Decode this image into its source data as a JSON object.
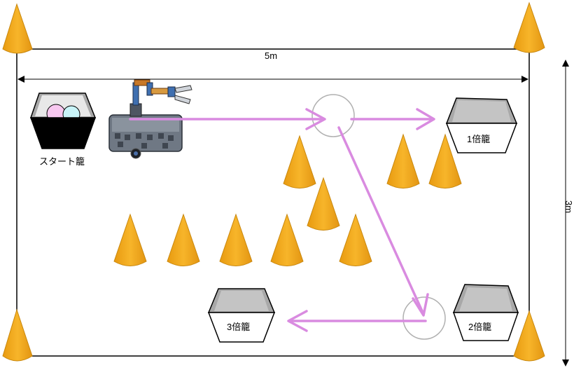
{
  "field": {
    "width_label": "5m",
    "height_label": "3m"
  },
  "baskets": {
    "start": {
      "label": "スタート籠"
    },
    "x1": {
      "label": "1倍籠"
    },
    "x2": {
      "label": "2倍籠"
    },
    "x3": {
      "label": "3倍籠"
    }
  },
  "colors": {
    "cone": "#F0A81C",
    "cone_stroke": "#C8870E",
    "path_arrow": "#D98BE0",
    "waypoint_circle": "#B0B0B0",
    "basket_gray": "#A8A8A8",
    "basket_black": "#000000",
    "ball_pink": "#F8C8F0",
    "ball_cyan": "#C8F4F8"
  }
}
